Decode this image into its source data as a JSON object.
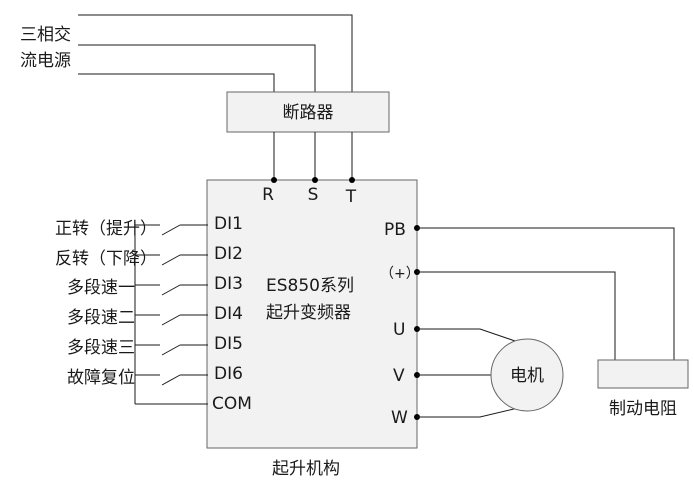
{
  "power_source": {
    "line1": "三相交",
    "line2": "流电源"
  },
  "breaker": {
    "label": "断路器"
  },
  "inverter": {
    "model": "ES850系列",
    "name": "起升变频器",
    "input_terminals": [
      "R",
      "S",
      "T"
    ],
    "digital_inputs": [
      {
        "terminal": "DI1",
        "function": "正转（提升）"
      },
      {
        "terminal": "DI2",
        "function": "反转（下降）"
      },
      {
        "terminal": "DI3",
        "function": "多段速一"
      },
      {
        "terminal": "DI4",
        "function": "多段速二"
      },
      {
        "terminal": "DI5",
        "function": "多段速三"
      },
      {
        "terminal": "DI6",
        "function": "故障复位"
      }
    ],
    "common_terminal": "COM",
    "brake_terminals": [
      "PB",
      "（+）"
    ],
    "output_terminals": [
      "U",
      "V",
      "W"
    ]
  },
  "motor": {
    "label": "电机"
  },
  "brake_resistor": {
    "label": "制动电阻"
  },
  "caption": "起升机构"
}
